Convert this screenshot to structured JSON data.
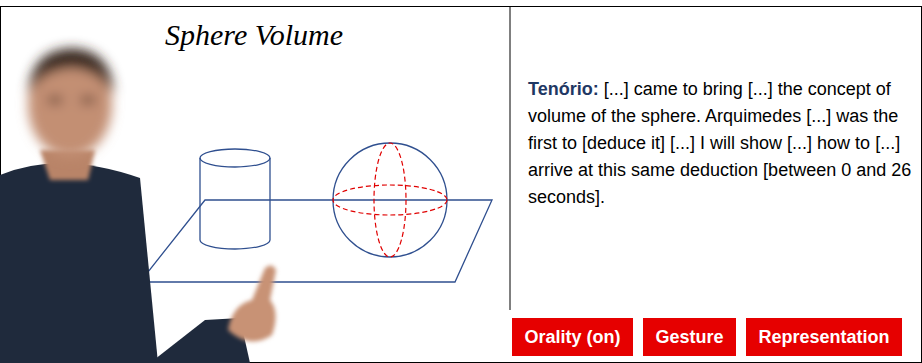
{
  "diagram": {
    "title": "Sphere Volume",
    "nodes": [
      {
        "text": [
          "Orality (on)"
        ]
      },
      {
        "text": [
          "Gesture"
        ]
      },
      {
        "text": [
          "Representation"
        ]
      }
    ],
    "labels": [
      "Tenório:",
      "[...] came to bring [...] the concept of volume of the sphere. Arquimedes [...] was the first to [deduce it] [...] I will show [...] how to [...] arrive at this same deduction [between 0 and 26 seconds]."
    ]
  }
}
